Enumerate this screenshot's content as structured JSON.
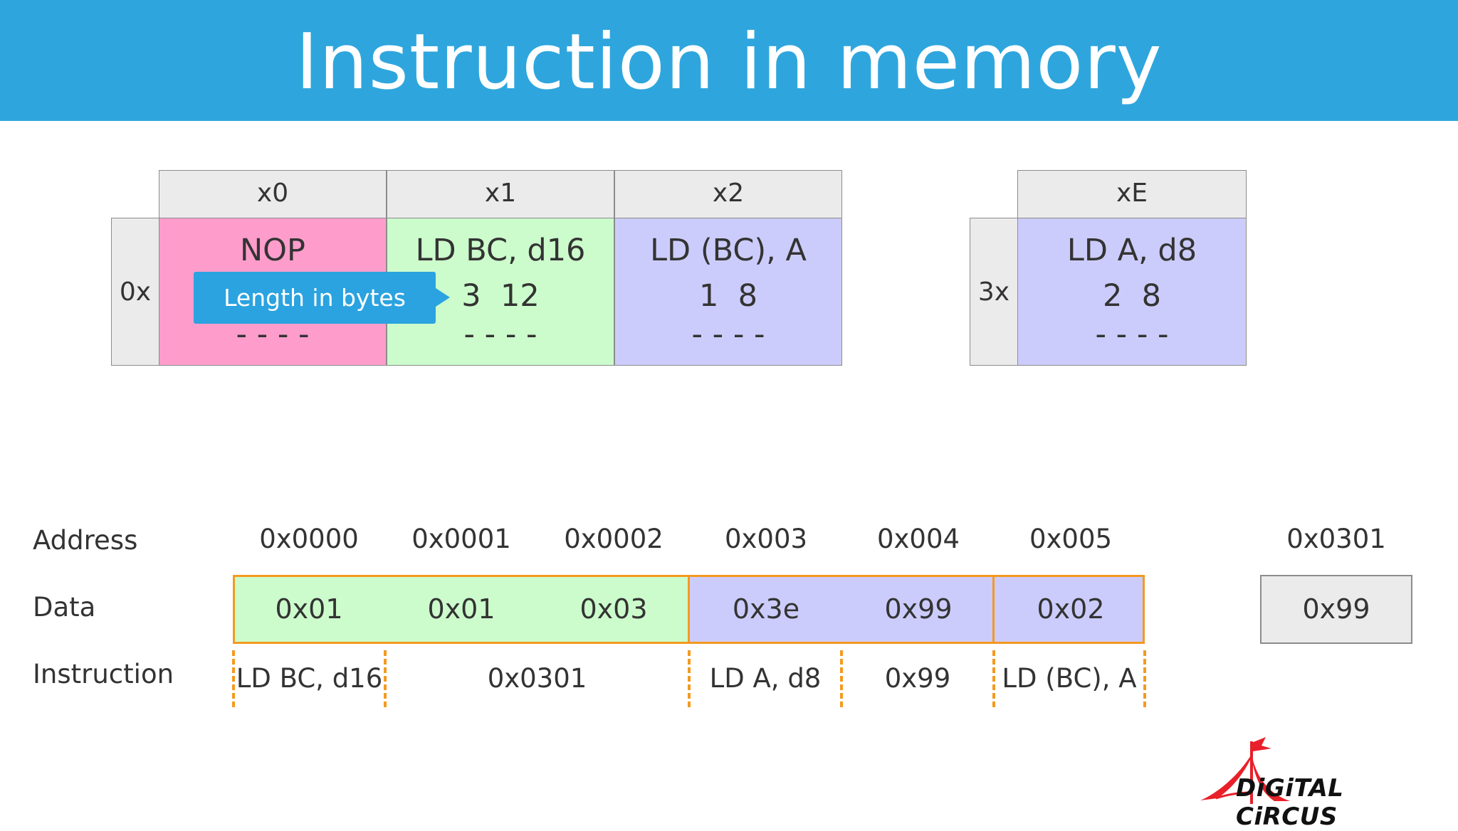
{
  "title": "Instruction in memory",
  "opcode_table_left": {
    "columns": [
      "x0",
      "x1",
      "x2"
    ],
    "row_label": "0x",
    "cells": [
      {
        "mnemonic": "NOP",
        "length": "",
        "cycles": "",
        "flags": "- - - -"
      },
      {
        "mnemonic": "LD BC, d16",
        "length": "3",
        "cycles": "12",
        "flags": "- - - -"
      },
      {
        "mnemonic": "LD (BC), A",
        "length": "1",
        "cycles": "8",
        "flags": "- - - -"
      }
    ],
    "tooltip": "Length in bytes"
  },
  "opcode_table_right": {
    "columns": [
      "xE"
    ],
    "row_label": "3x",
    "cells": [
      {
        "mnemonic": "LD A, d8",
        "length": "2",
        "cycles": "8",
        "flags": "- - - -"
      }
    ]
  },
  "memory": {
    "labels": {
      "address": "Address",
      "data": "Data",
      "instruction": "Instruction"
    },
    "addresses": [
      "0x0000",
      "0x0001",
      "0x0002",
      "0x003",
      "0x004",
      "0x005"
    ],
    "data": [
      "0x01",
      "0x01",
      "0x03",
      "0x3e",
      "0x99",
      "0x02"
    ],
    "instructions": [
      "LD BC, d16",
      "0x0301",
      "LD A, d8",
      "0x99",
      "LD (BC), A"
    ],
    "target": {
      "address": "0x0301",
      "data": "0x99"
    }
  },
  "logo": {
    "text": "DiGiTAL CiRCUS"
  },
  "colors": {
    "header": "#2ea6dd",
    "pink": "#fe9dcc",
    "green": "#ccfccc",
    "purple": "#ccccfc",
    "orange": "#f39a21",
    "tooltip": "#2aa3e0",
    "logo_red": "#e8202a"
  }
}
